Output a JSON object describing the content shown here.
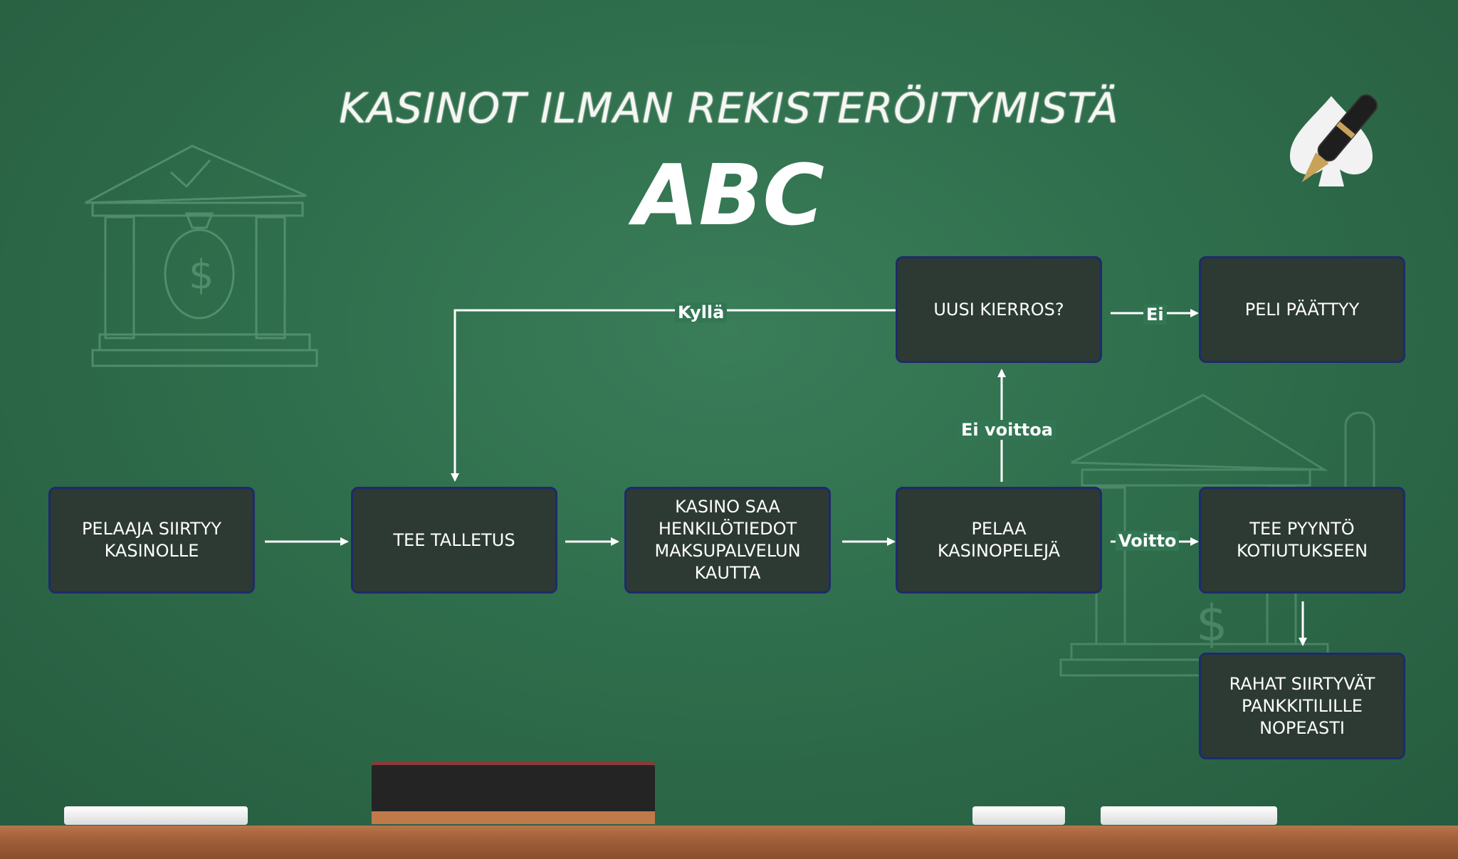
{
  "title": "KASINOT ILMAN REKISTERÖITYMISTÄ",
  "logo_text": "ABC",
  "colors": {
    "board": "#2f6e4c",
    "box_fill": "#2c3a33",
    "box_border": "#1f2a6b",
    "text": "#ffffff"
  },
  "icons": [
    "bank-sketch-icon",
    "pen-spade-icon"
  ],
  "nodes": {
    "start": "PELAAJA SIIRTYY\nKASINOLLE",
    "deposit": "TEE TALLETUS",
    "kyc": "KASINO SAA\nHENKILÖTIEDOT\nMAKSUPALVELUN\nKAUTTA",
    "play": "PELAA\nKASINOPELEJÄ",
    "new_round": "UUSI KIERROS?",
    "end": "PELI PÄÄTTYY",
    "withdraw": "TEE PYYNTÖ\nKOTIUTUKSEEN",
    "money": "RAHAT SIIRTYVÄT\nPANKKITILILLE\nNOPEASTI"
  },
  "edge_labels": {
    "yes": "Kyllä",
    "no": "Ei",
    "no_win": "Ei voittoa",
    "win": "Voitto"
  }
}
